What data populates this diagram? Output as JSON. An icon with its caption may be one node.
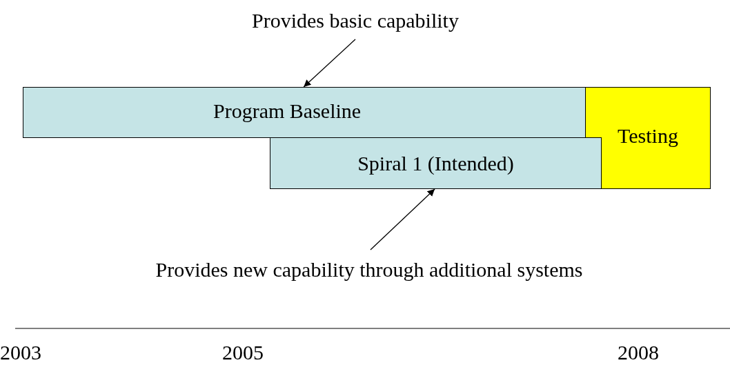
{
  "diagram": {
    "nodes": [
      {
        "text": [
          "Provides basic capability"
        ]
      },
      {
        "text": [
          "Program Baseline"
        ]
      },
      {
        "text": [
          "Testing"
        ]
      },
      {
        "text": [
          "Spiral 1 (Intended)"
        ]
      },
      {
        "text": [
          "Provides new capability through additional systems"
        ]
      }
    ],
    "edges": [
      {
        "from": 0,
        "to": 1,
        "arrow": "to"
      },
      {
        "from": 4,
        "to": 3,
        "arrow": "to"
      }
    ],
    "labels": [
      "2003",
      "2005",
      "2008"
    ]
  }
}
